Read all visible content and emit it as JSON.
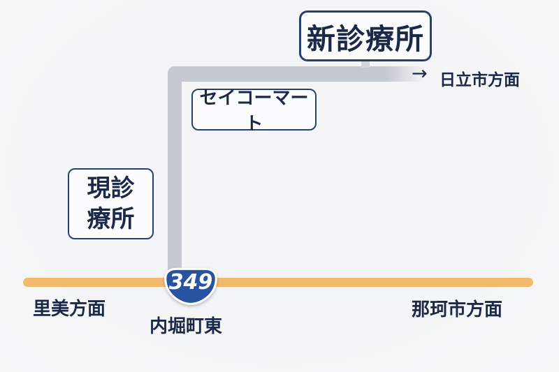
{
  "map": {
    "title_implicit": "clinic-access-map",
    "destination_box": {
      "label": "新診療所"
    },
    "landmark_box": {
      "label": "セイコーマート"
    },
    "current_clinic_box": {
      "label_line1": "現診",
      "label_line2": "療所"
    },
    "route_badge": {
      "number": "349"
    },
    "intersection": {
      "label": "内堀町東"
    },
    "directions": {
      "east": {
        "arrow": "→",
        "label": "日立市方面"
      },
      "west": {
        "label": "里美方面"
      },
      "southeast": {
        "label": "那珂市方面"
      }
    },
    "colors": {
      "background": "#f5f6f7",
      "side_road_gray": "#c5c9d1",
      "route349_orange": "#f3ba6e",
      "navy_text": "#1b2847",
      "box_border_navy": "#27416f",
      "badge_blue": "#2853a0",
      "badge_text": "#ffffff"
    }
  }
}
